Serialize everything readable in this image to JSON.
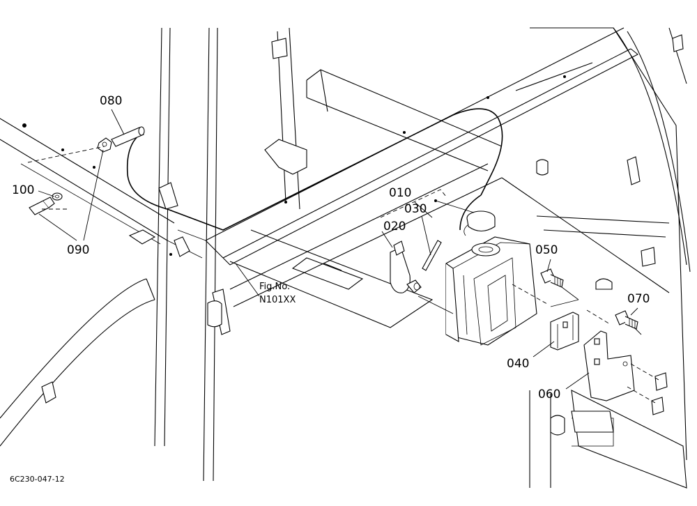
{
  "diagram": {
    "callouts": [
      {
        "id": "080",
        "text": "080"
      },
      {
        "id": "100",
        "text": "100"
      },
      {
        "id": "090",
        "text": "090"
      },
      {
        "id": "010",
        "text": "010"
      },
      {
        "id": "030",
        "text": "030"
      },
      {
        "id": "020",
        "text": "020"
      },
      {
        "id": "050",
        "text": "050"
      },
      {
        "id": "070",
        "text": "070"
      },
      {
        "id": "040",
        "text": "040"
      },
      {
        "id": "060",
        "text": "060"
      }
    ],
    "fig_ref_line1": "Fig.No.",
    "fig_ref_line2": "N101XX",
    "drawing_code": "6C230-047-12"
  }
}
